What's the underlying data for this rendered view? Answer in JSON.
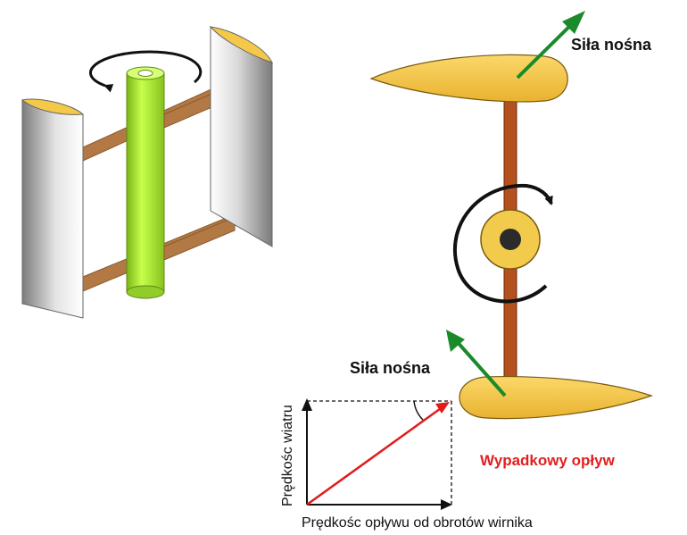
{
  "labels": {
    "lift_top": "Siła nośna",
    "lift_bottom": "Siła nośna",
    "resultant_flow": "Wypadkowy opływ",
    "wind_speed": "Prędkośc wiatru",
    "rotor_flow_speed": "Prędkośc opływu od obrotów wirnika"
  },
  "colors": {
    "lift_arrow": "#1a8a2a",
    "resultant_arrow": "#e21b1b",
    "resultant_text": "#e02020",
    "airfoil_fill": "#f7c846",
    "arm": "#b5511f",
    "shaft": "#b6f23a",
    "blade": "#c7c7c7",
    "hub_fill": "#f2cb4d"
  }
}
